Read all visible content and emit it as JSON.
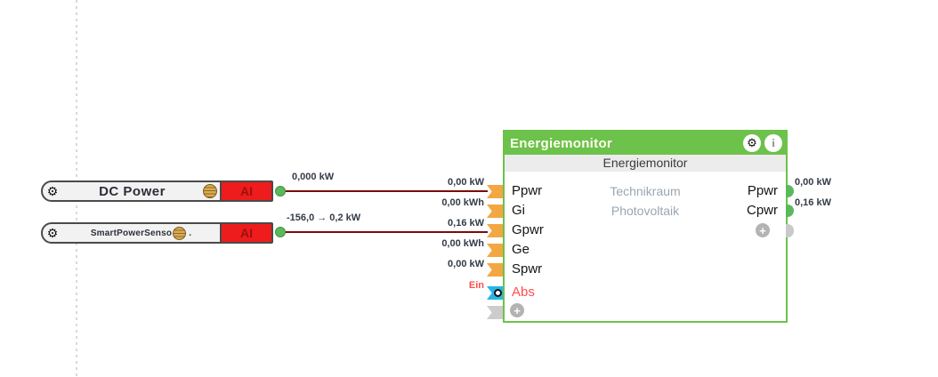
{
  "icons": {
    "gear_glyph": "⚙",
    "info_glyph": "i",
    "add_glyph": "+"
  },
  "devices": [
    {
      "name": "DC Power",
      "suffix": "",
      "port_label": "AI",
      "wire_value": "0,000 kW"
    },
    {
      "name": "SmartPowerSenso",
      "suffix": ".",
      "port_label": "AI",
      "wire_value": "-156,0 → 0,2 kW"
    }
  ],
  "em": {
    "title": "Energiemonitor",
    "subtitle": "Energiemonitor",
    "center_labels": [
      "Technikraum",
      "Photovoltaik"
    ],
    "inputs": [
      {
        "label": "Ppwr",
        "value": "0,00 kW"
      },
      {
        "label": "Gi",
        "value": "0,00 kWh"
      },
      {
        "label": "Gpwr",
        "value": "0,16 kW"
      },
      {
        "label": "Ge",
        "value": "0,00 kWh"
      },
      {
        "label": "Spwr",
        "value": "0,00 kW"
      },
      {
        "label": "Abs",
        "value": "Ein"
      }
    ],
    "outputs": [
      {
        "label": "Ppwr",
        "value": "0,00 kW"
      },
      {
        "label": "Cpwr",
        "value": "0,16 kW"
      }
    ],
    "colors": {
      "header_green": "#6cc24a",
      "input_tab_orange": "#f2a742",
      "abs_tab_cyan": "#2ab4e8",
      "inactive_gray": "#c9c9c9",
      "output_dot_green": "#5cb85c",
      "wire_dark_red": "#7a0c0c",
      "ai_red": "#ee1c1c",
      "abs_text_red": "#ff4d4d"
    }
  }
}
